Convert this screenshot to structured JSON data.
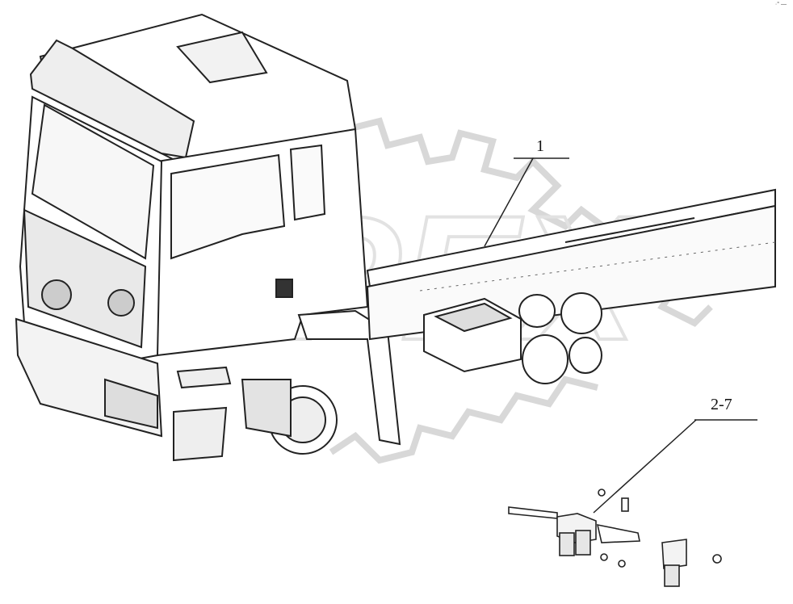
{
  "figure": {
    "callouts": [
      {
        "id": "1",
        "label": "1"
      },
      {
        "id": "2-7",
        "label": "2-7"
      }
    ],
    "watermark": "DEX",
    "corner_mark": "·° —"
  }
}
